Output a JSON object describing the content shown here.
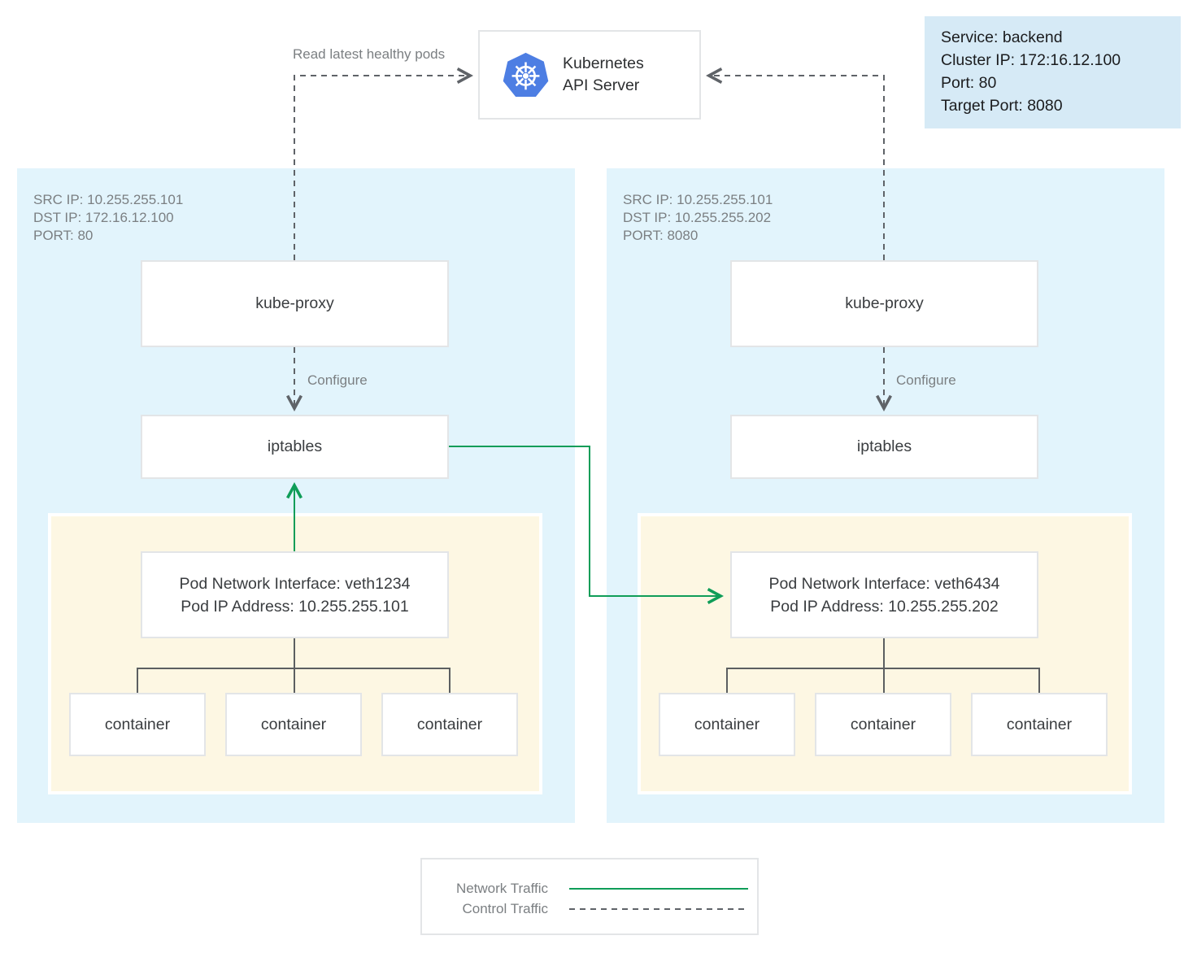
{
  "api_server": {
    "title_line1": "Kubernetes",
    "title_line2": "API Server",
    "logo": "kubernetes-helm-wheel"
  },
  "service_card": {
    "service": "Service: backend",
    "cluster_ip": "Cluster IP: 172:16.12.100",
    "port": "Port: 80",
    "target_port": "Target Port: 8080"
  },
  "annotations": {
    "read_latest": "Read latest healthy pods",
    "configure_left": "Configure",
    "configure_right": "Configure"
  },
  "left_node": {
    "src_ip": "SRC IP: 10.255.255.101",
    "dst_ip": "DST IP: 172.16.12.100",
    "port": "PORT: 80",
    "kube_proxy": "kube-proxy",
    "iptables": "iptables",
    "pod_interface": "Pod Network Interface: veth1234",
    "pod_ip": "Pod IP Address: 10.255.255.101",
    "containers": [
      "container",
      "container",
      "container"
    ]
  },
  "right_node": {
    "src_ip": "SRC IP: 10.255.255.101",
    "dst_ip": "DST IP: 10.255.255.202",
    "port": "PORT: 8080",
    "kube_proxy": "kube-proxy",
    "iptables": "iptables",
    "pod_interface": "Pod Network Interface: veth6434",
    "pod_ip": "Pod IP Address: 10.255.255.202",
    "containers": [
      "container",
      "container",
      "container"
    ]
  },
  "legend": {
    "network_label": "Network Traffic",
    "control_label": "Control Traffic"
  },
  "colors": {
    "network_traffic": "#0f9d58",
    "control_traffic": "#5f6368",
    "tree_connector": "#5c5f61",
    "node_bg": "#e2f4fc",
    "pod_bg": "#fdf7e3",
    "service_card_bg": "#d6eaf6",
    "kubernetes_blue": "#4d7ee3"
  }
}
